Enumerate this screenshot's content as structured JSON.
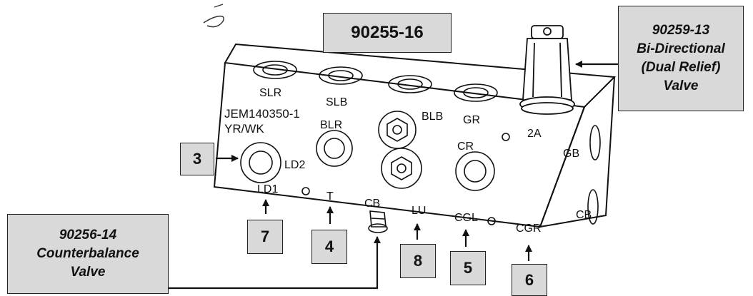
{
  "part_number": "90255-16",
  "valve_top_right": {
    "lines": [
      "90259-13",
      "Bi-Directional",
      "(Dual Relief)",
      "Valve"
    ]
  },
  "valve_bottom_left": {
    "lines": [
      "90256-14",
      "Counterbalance",
      "Valve"
    ]
  },
  "callouts": [
    "3",
    "7",
    "4",
    "8",
    "5",
    "6"
  ],
  "block_text": {
    "model": "JEM140350-1",
    "code": "YR/WK"
  },
  "ports": {
    "slr": "SLR",
    "slb": "SLB",
    "blb": "BLB",
    "gr": "GR",
    "p2a": "2A",
    "blr": "BLR",
    "ld2": "LD2",
    "cr": "CR",
    "gb": "GB",
    "ld1": "LD1",
    "t": "T",
    "cb_bottom": "CB",
    "lu": "LU",
    "cgl": "CGL",
    "cgr": "CGR",
    "cb_side": "CB"
  },
  "colors": {
    "box_fill": "#d9d9d9",
    "outline": "#111111"
  }
}
